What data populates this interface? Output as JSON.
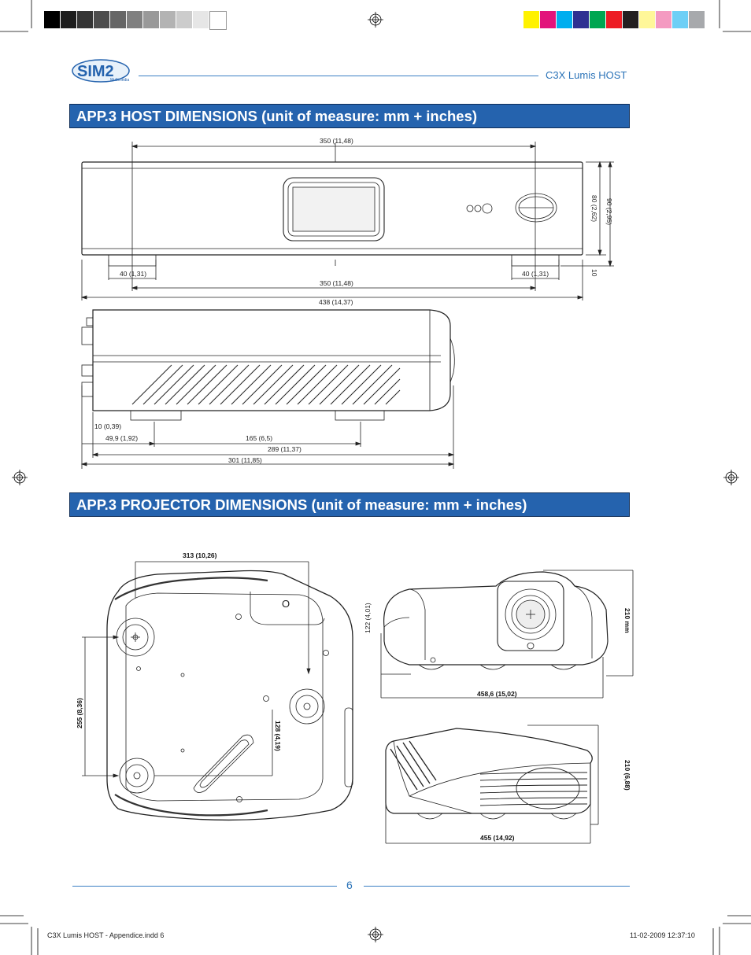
{
  "colors": {
    "accent": "#2563ae",
    "line": "#3b7fc4"
  },
  "color_bar_gray": [
    "#000000",
    "#1e1e1e",
    "#353535",
    "#4d4d4d",
    "#666666",
    "#808080",
    "#999999",
    "#b3b3b3",
    "#cccccc",
    "#e6e6e6",
    "#ffffff"
  ],
  "color_bar_color": [
    "#fff200",
    "#e2147b",
    "#00aeef",
    "#2e3192",
    "#00a651",
    "#ed1c24",
    "#231f20",
    "#fff799",
    "#f49ac1",
    "#6dcff6",
    "#a7a9ac"
  ],
  "logo": {
    "text": "SIM2",
    "sub": "Multimedia"
  },
  "header": {
    "doc_title": "C3X Lumis HOST"
  },
  "section1": {
    "title": "APP.3   HOST DIMENSIONS (unit of measure: mm + inches)"
  },
  "section2": {
    "title": "APP.3   PROJECTOR DIMENSIONS (unit of measure: mm + inches)"
  },
  "host_front": {
    "top_width": "350 (11,48)",
    "foot_left": "40 (1,31)",
    "foot_right": "40 (1,31)",
    "foot_spacing": "350 (11,48)",
    "total_width": "438 (14,37)",
    "height_body": "80 (2,62)",
    "height_total": "90 (2,95)",
    "foot_height": "10"
  },
  "host_side": {
    "offset": "10  (0,39)",
    "foot_offset": "49,9 (1,92)",
    "foot_spacing": "165 (6,5)",
    "body_depth": "289 (11,37)",
    "total_depth": "301 (11,85)"
  },
  "projector": {
    "bottom_width": "313 (10,26)",
    "bottom_depth": "255 (8,36)",
    "bottom_inner": "128 (4,19)",
    "front_height": "122 (4,01)",
    "front_width": "458,6 (15,02)",
    "front_height_mm": "210 mm",
    "side_width": "455 (14,92)",
    "side_height": "210 (6,88)"
  },
  "footer": {
    "page_number": "6",
    "file_slug": "C3X Lumis HOST - Appendice.indd   6",
    "timestamp": "11-02-2009   12:37:10"
  }
}
